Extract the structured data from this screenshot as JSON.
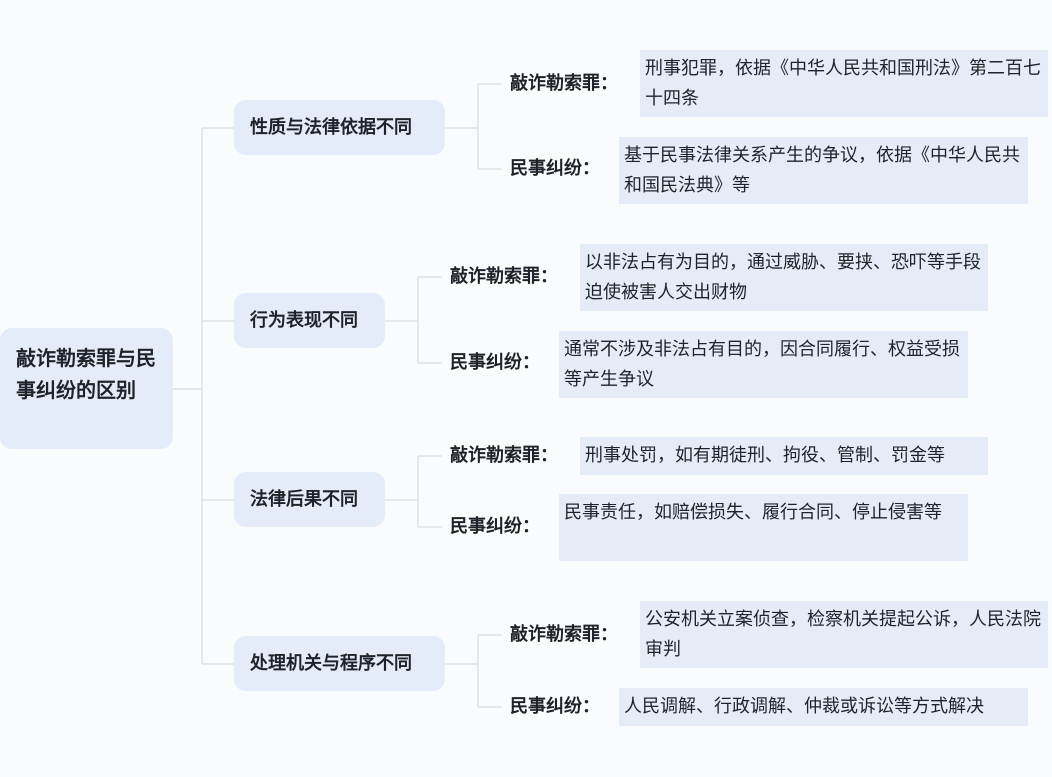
{
  "root": {
    "label": "敲诈勒索罪与民事纠纷的区别"
  },
  "branches": [
    {
      "label": "性质与法律依据不同",
      "items": [
        {
          "label": "敲诈勒索罪：",
          "desc": "刑事犯罪，依据《中华人民共和国刑法》第二百七十四条"
        },
        {
          "label": "民事纠纷：",
          "desc": "基于民事法律关系产生的争议，依据《中华人民共和国民法典》等"
        }
      ]
    },
    {
      "label": "行为表现不同",
      "items": [
        {
          "label": "敲诈勒索罪：",
          "desc": "以非法占有为目的，通过威胁、要挟、恐吓等手段迫使被害人交出财物"
        },
        {
          "label": "民事纠纷：",
          "desc": "通常不涉及非法占有目的，因合同履行、权益受损等产生争议"
        }
      ]
    },
    {
      "label": "法律后果不同",
      "items": [
        {
          "label": "敲诈勒索罪：",
          "desc": "刑事处罚，如有期徒刑、拘役、管制、罚金等"
        },
        {
          "label": "民事纠纷：",
          "desc": "民事责任，如赔偿损失、履行合同、停止侵害等"
        }
      ]
    },
    {
      "label": "处理机关与程序不同",
      "items": [
        {
          "label": "敲诈勒索罪：",
          "desc": "公安机关立案侦查，检察机关提起公诉，人民法院审判"
        },
        {
          "label": "民事纠纷：",
          "desc": "人民调解、行政调解、仲裁或诉讼等方式解决"
        }
      ]
    }
  ]
}
